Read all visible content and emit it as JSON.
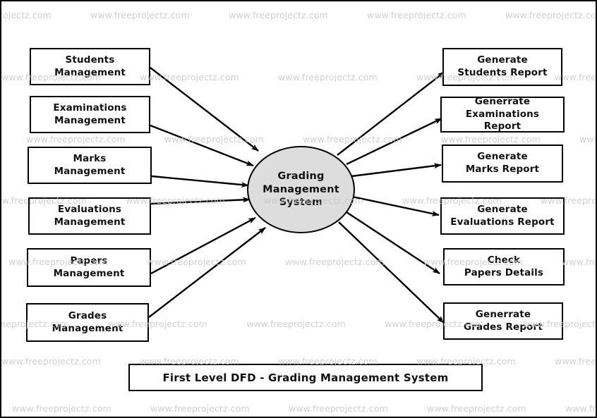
{
  "diagram": {
    "type": "data-flow-diagram",
    "caption": "First Level DFD - Grading Management System",
    "process": {
      "name": "Grading Management System",
      "line1": "Grading",
      "line2": "Management",
      "line3": "System",
      "fill_color": "#dddddd",
      "stroke_color": "#000000"
    },
    "inputs": [
      {
        "id": "students-management",
        "line1": "Students",
        "line2": "Management"
      },
      {
        "id": "examinations-management",
        "line1": "Examinations",
        "line2": "Management"
      },
      {
        "id": "marks-management",
        "line1": "Marks",
        "line2": "Management"
      },
      {
        "id": "evaluations-management",
        "line1": "Evaluations",
        "line2": "Management"
      },
      {
        "id": "papers-management",
        "line1": "Papers",
        "line2": "Management"
      },
      {
        "id": "grades-management",
        "line1": "Grades",
        "line2": "Management"
      }
    ],
    "outputs": [
      {
        "id": "generate-students-report",
        "line1": "Generate",
        "line2": "Students Report"
      },
      {
        "id": "generate-examinations-report",
        "line1": "Generrate",
        "line2": "Examinations Report"
      },
      {
        "id": "generate-marks-report",
        "line1": "Generate",
        "line2": "Marks Report"
      },
      {
        "id": "generate-evaluations-report",
        "line1": "Generate",
        "line2": "Evaluations Report"
      },
      {
        "id": "check-papers-details",
        "line1": "Check",
        "line2": "Papers Details"
      },
      {
        "id": "generate-grades-report",
        "line1": "Generrate",
        "line2": "Grades Report"
      }
    ]
  },
  "watermark": {
    "text": "www.freeprojectz.com",
    "color": "#c9c9c9"
  }
}
